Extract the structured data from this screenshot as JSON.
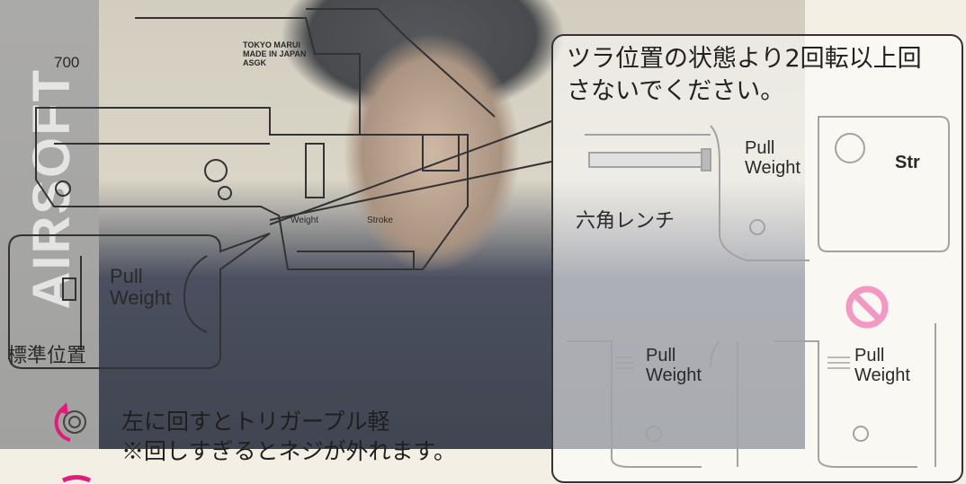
{
  "brand": {
    "vertical_text": "AIRSOFT"
  },
  "labels": {
    "marking_700": "700",
    "maker": "TOKYO MARUI\nMADE IN JAPAN\nASGK",
    "pull_weight_left": "Pull\nWeight",
    "standard_position": "標準位置",
    "weight_small": "Weight",
    "stroke_small": "Stroke",
    "instruction_left_line1": "左に回すとトリガープル軽",
    "instruction_left_line2": "※回しすぎるとネジが外れます。",
    "warning_line1": "ツラ位置の状態より2回転以上回",
    "warning_line2": "さないでください。",
    "hex_wrench": "六角レンチ",
    "pull_weight_top": "Pull\nWeight",
    "stroke_top": "Str",
    "pull_weight_bottom_left": "Pull\nWeight",
    "pull_weight_bottom_right": "Pull\nWeight"
  },
  "icons": {
    "rotate_icon": "rotate-ccw-icon",
    "prohibited_icon": "prohibited-icon"
  },
  "colors": {
    "accent_magenta": "#e4197a",
    "line": "#333333"
  }
}
